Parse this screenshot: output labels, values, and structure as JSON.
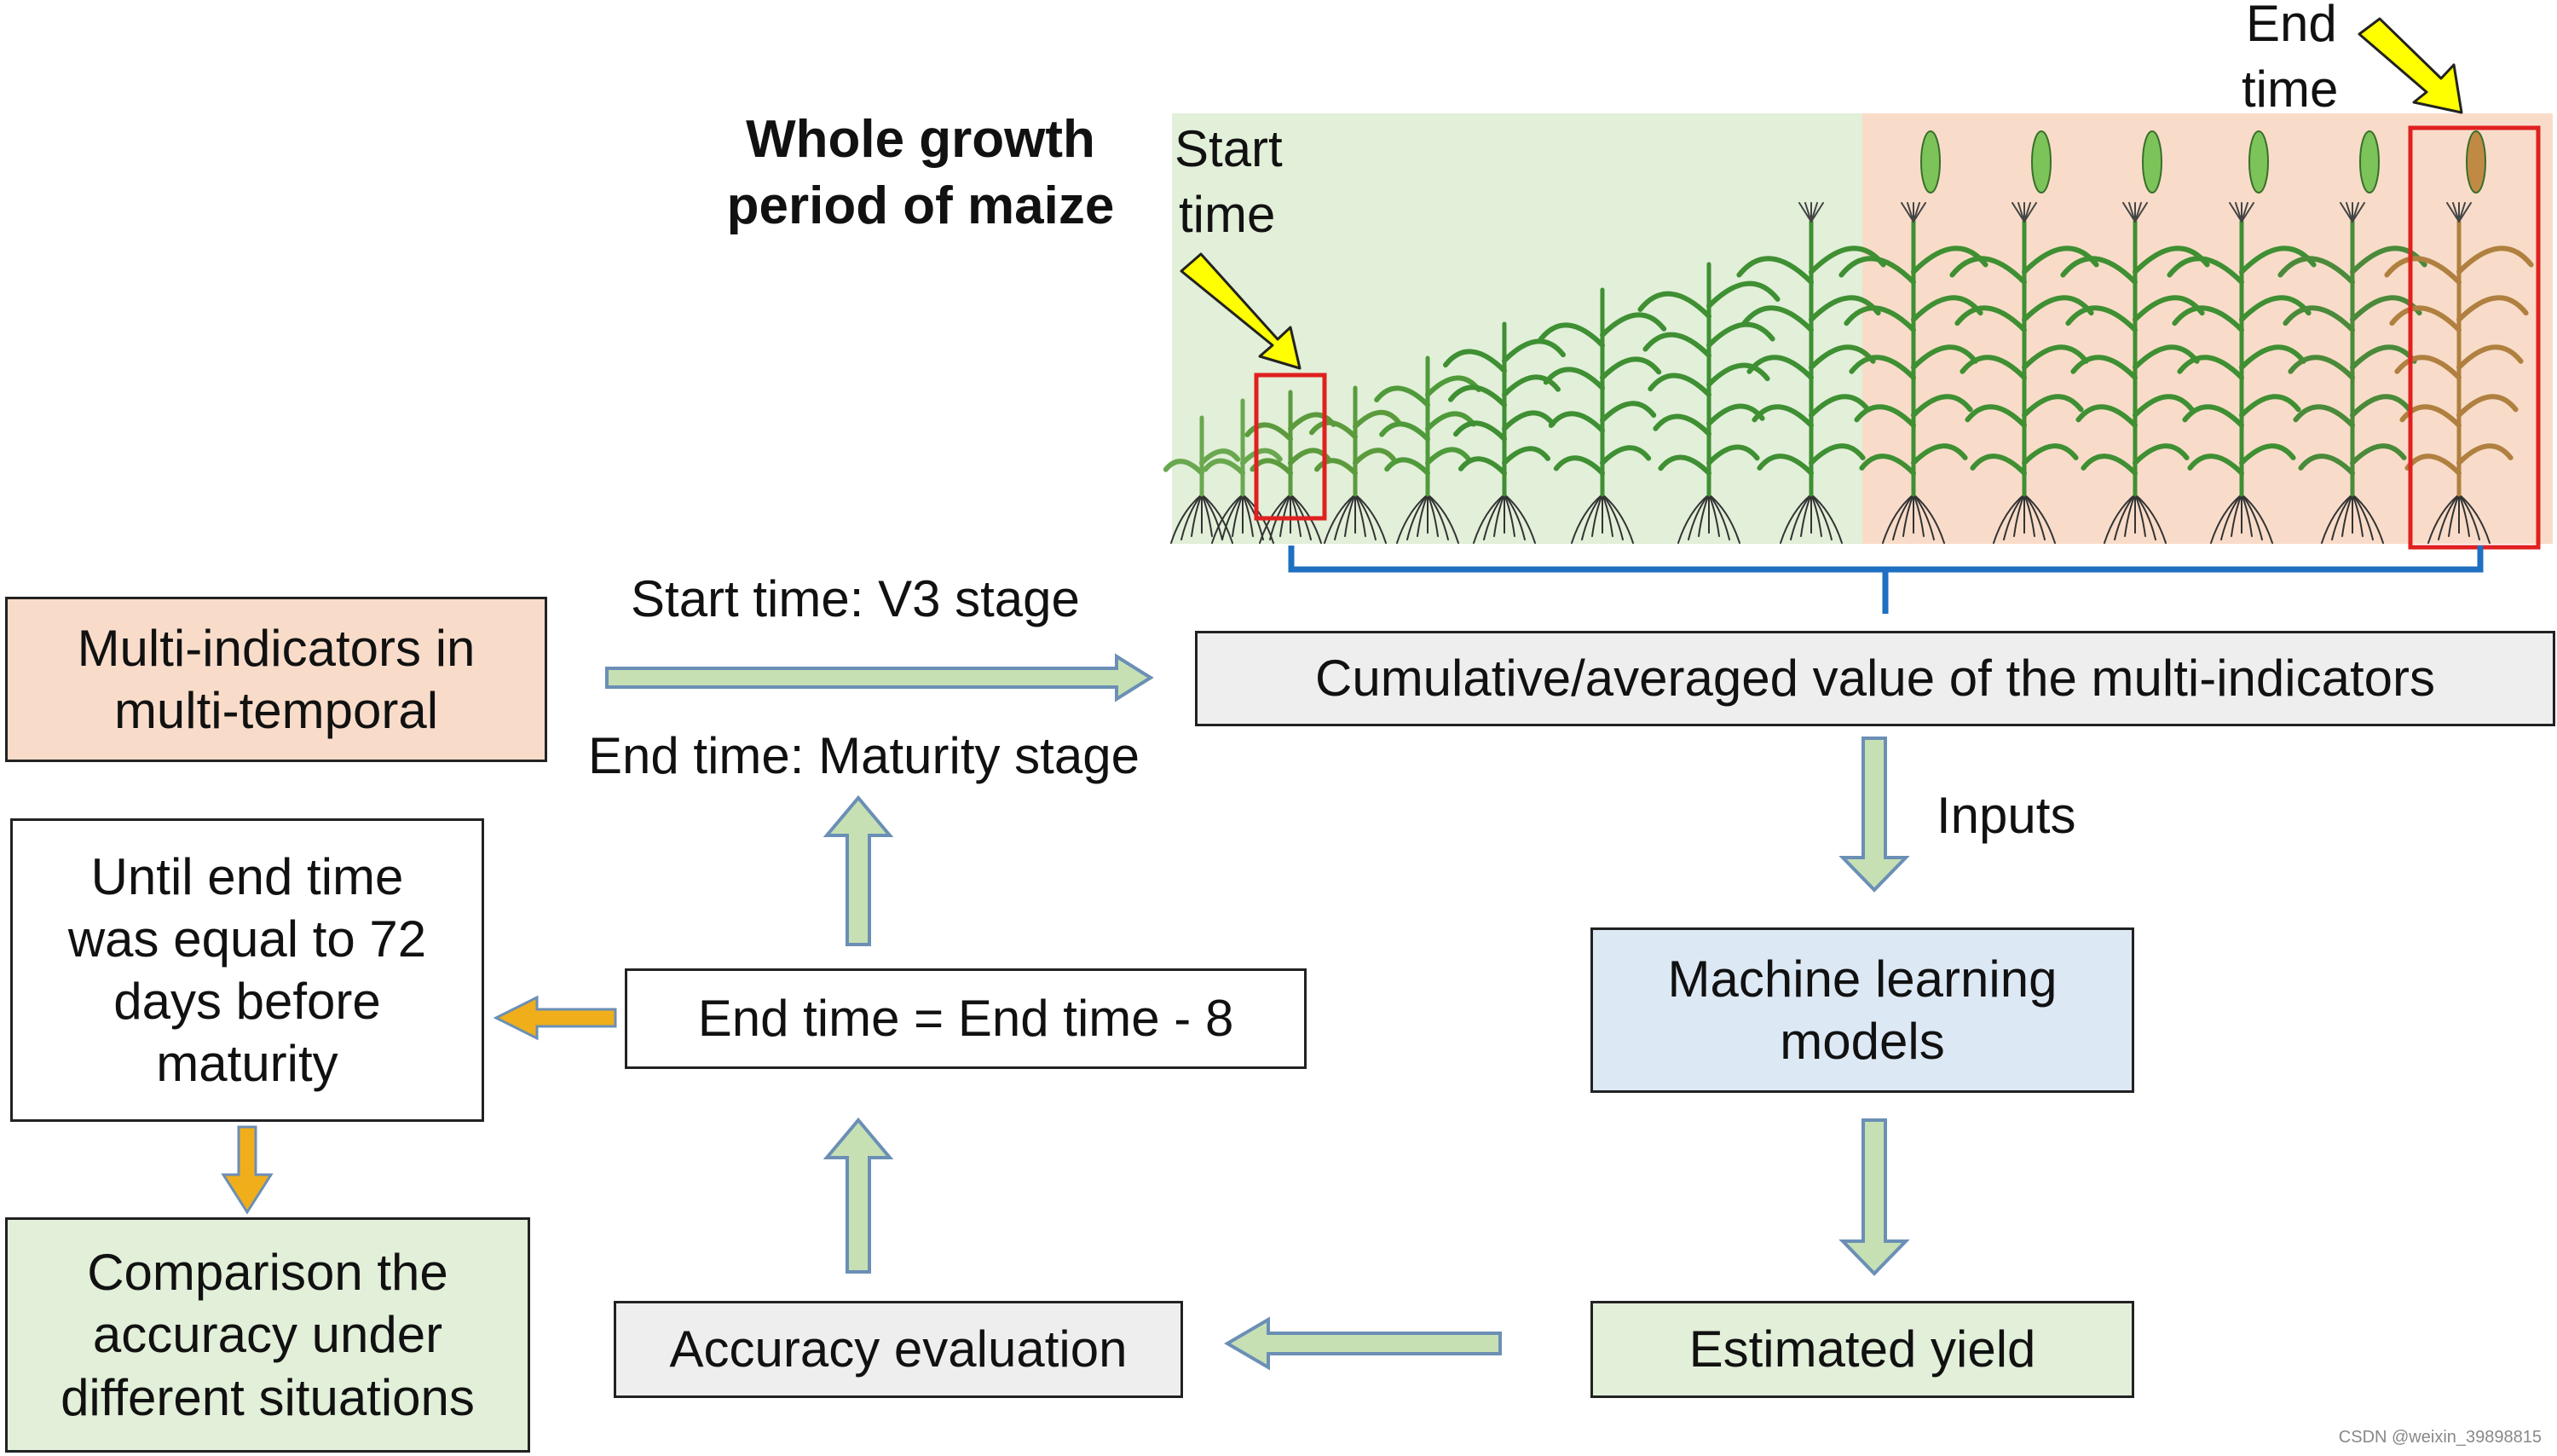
{
  "title": "Whole growth period of maize",
  "title_lines": [
    "Whole growth",
    "period of maize"
  ],
  "growth_panel": {
    "start_label_lines": [
      "Start",
      "time"
    ],
    "end_label_lines": [
      "End",
      "time"
    ],
    "colors": {
      "vegetative_bg": "#e2efd9",
      "reproductive_bg": "#f8dcc9",
      "highlight_red": "#e02020",
      "pointer_yellow": "#ffff00",
      "brace_blue": "#1f6fc2"
    }
  },
  "flow": {
    "multi_indicators": "Multi-indicators in multi-temporal",
    "multi_indicators_lines": [
      "Multi-indicators in",
      "multi-temporal"
    ],
    "start_time_label": "Start time: V3 stage",
    "end_time_label": "End time: Maturity stage",
    "cumulative_box": "Cumulative/averaged value of the multi-indicators",
    "inputs_label": "Inputs",
    "ml_models_lines": [
      "Machine learning",
      "models"
    ],
    "estimated_yield": "Estimated yield",
    "accuracy_evaluation": "Accuracy evaluation",
    "end_time_update": "End time = End time - 8",
    "until_lines": [
      "Until end time",
      "was equal to 72",
      "days before",
      "maturity"
    ],
    "comparison_lines": [
      "Comparison the",
      "accuracy under",
      "different situations"
    ]
  },
  "colors": {
    "peach_box": "#f8dcc9",
    "grey_box": "#eeeeee",
    "blue_box": "#dde8f5",
    "green_box": "#e2efd9",
    "arrow_green_fill": "#c6e0b4",
    "arrow_green_stroke": "#6b8fb5",
    "arrow_orange_fill": "#f0ae1a"
  },
  "watermark": "CSDN @weixin_39898815"
}
